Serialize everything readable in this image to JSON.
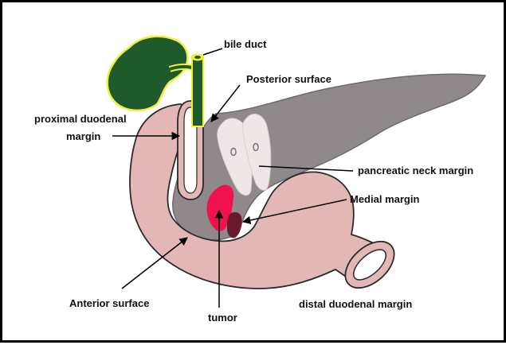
{
  "labels": {
    "bile_duct": "bile duct",
    "posterior_surface": "Posterior surface",
    "proximal_duodenal_margin_line1": "proximal duodenal",
    "proximal_duodenal_margin_line2": "margin",
    "pancreatic_neck_margin": "pancreatic neck margin",
    "medial_margin": "Medial margin",
    "anterior_surface": "Anterior surface",
    "distal_duodenal_margin": "distal duodenal margin",
    "tumor": "tumor"
  },
  "colors": {
    "gallbladder": "#1e5a2c",
    "gallbladder_outline": "#f2ef3a",
    "pancreas": "#8f898b",
    "duodenum": "#e3b7b6",
    "tumor": "#f0124e",
    "medial_margin_tissue": "#6b1a2b",
    "neck_margin_tissue": "#efe7e7"
  }
}
